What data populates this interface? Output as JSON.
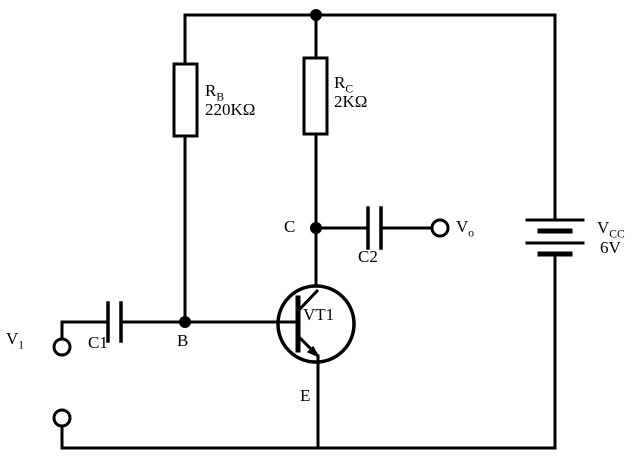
{
  "diagram": {
    "kind": "transistor-amplifier-schematic",
    "colors": {
      "wire": "#000000",
      "background": "#ffffff",
      "component_fill": "#ffffff"
    },
    "labels": {
      "rb_main": "R",
      "rb_sub": "B",
      "rb_value": "220KΩ",
      "rc_main": "R",
      "rc_sub": "C",
      "rc_value": "2KΩ",
      "c1": "C1",
      "c2": "C2",
      "vt1": "VT1",
      "vcc_main": "V",
      "vcc_sub": "CC",
      "vcc_value": "6V",
      "v1_main": "V",
      "v1_sub": "1",
      "vo_main": "V",
      "vo_sub": "o",
      "node_b": "B",
      "node_c": "C",
      "node_e": "E"
    }
  }
}
